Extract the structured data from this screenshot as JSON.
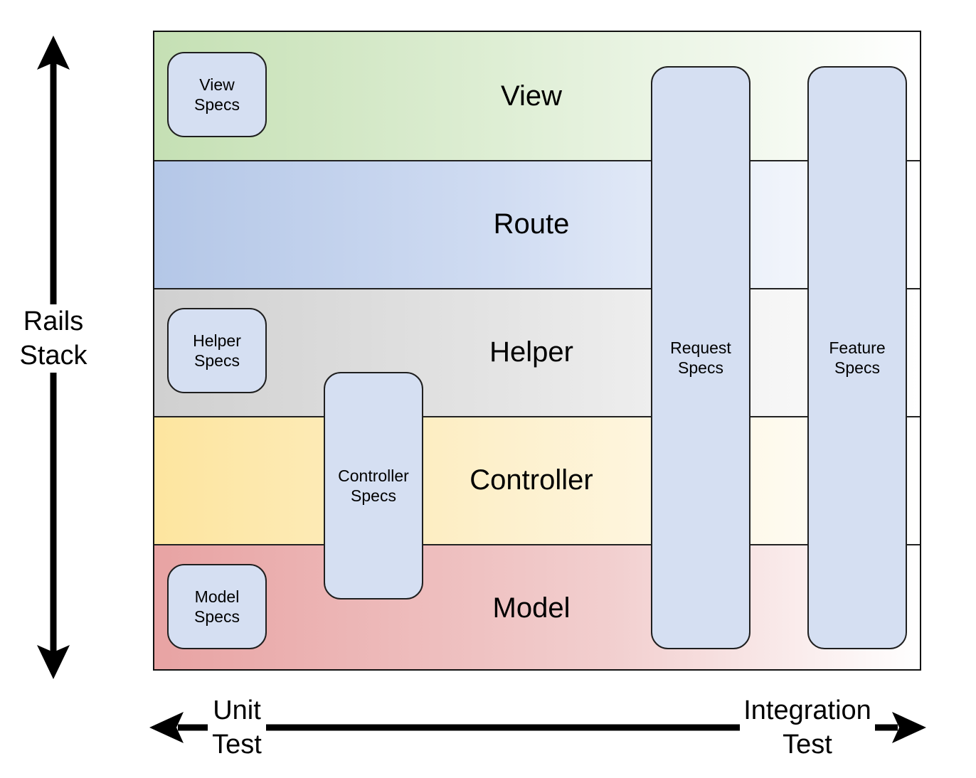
{
  "layers": {
    "view": "View",
    "route": "Route",
    "helper": "Helper",
    "controller": "Controller",
    "model": "Model"
  },
  "specs": {
    "view": "View\nSpecs",
    "helper": "Helper\nSpecs",
    "model": "Model\nSpecs",
    "controller": "Controller\nSpecs",
    "request": "Request\nSpecs",
    "feature": "Feature\nSpecs"
  },
  "axes": {
    "vertical": "Rails\nStack",
    "unit": "Unit\nTest",
    "integration": "Integration\nTest"
  },
  "colors": {
    "view": "#c5e0b4",
    "route": "#b4c7e7",
    "helper": "#d0d0d0",
    "controller": "#fde59f",
    "model": "#e8a3a3",
    "spec_fill": "#d5dff2"
  }
}
